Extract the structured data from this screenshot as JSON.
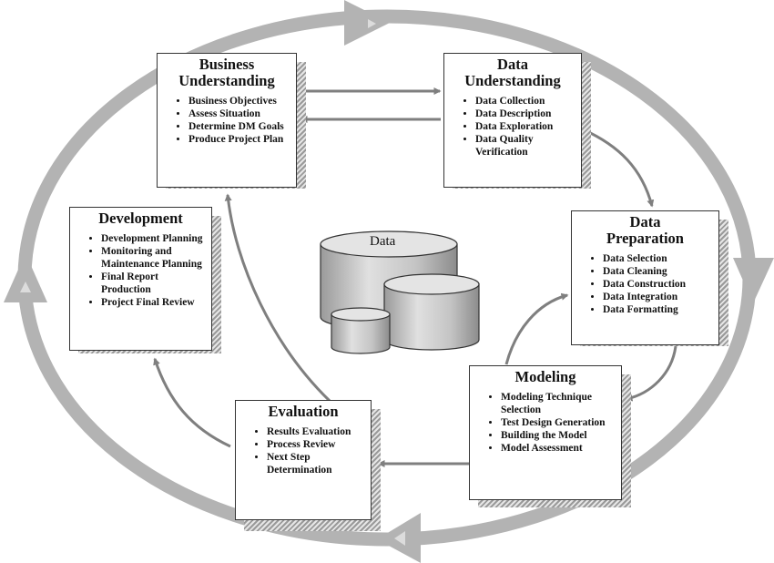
{
  "boxes": {
    "business": {
      "title_line1": "Business",
      "title_line2": "Understanding",
      "items": [
        "Business Objectives",
        "Assess Situation",
        "Determine DM Goals",
        "Produce Project Plan"
      ]
    },
    "data_understanding": {
      "title_line1": "Data",
      "title_line2": "Understanding",
      "items": [
        "Data Collection",
        "Data Description",
        "Data Exploration",
        "Data Quality Verification"
      ]
    },
    "data_preparation": {
      "title_line1": "Data",
      "title_line2": "Preparation",
      "items": [
        "Data Selection",
        "Data Cleaning",
        "Data Construction",
        "Data Integration",
        "Data Formatting"
      ]
    },
    "modeling": {
      "title": "Modeling",
      "items": [
        "Modeling Technique Selection",
        "Test Design Generation",
        "Building the Model",
        "Model Assessment"
      ]
    },
    "evaluation": {
      "title": "Evaluation",
      "items": [
        "Results Evaluation",
        "Process Review",
        "Next Step Determination"
      ]
    },
    "development": {
      "title": "Development",
      "items": [
        "Development Planning",
        "Monitoring and Maintenance Planning",
        "Final Report Production",
        "Project Final Review"
      ]
    }
  },
  "data_store": {
    "label": "Data"
  },
  "colors": {
    "cycle_ring": "#b3b3b3",
    "arrow": "#7f7f7f",
    "border": "#333333"
  }
}
